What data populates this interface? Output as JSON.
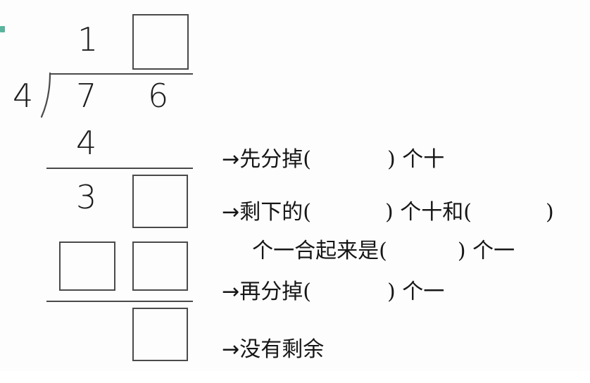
{
  "worksheet": {
    "type": "long-division-worksheet",
    "language": "zh-CN",
    "division": {
      "divisor": "4",
      "dividend_tens": "7",
      "dividend_ones": "6",
      "quotient_tens": "1",
      "quotient_ones_blank": "",
      "first_product": "4",
      "first_remainder": "3",
      "second_partial_blank": "",
      "second_product_tens_blank": "",
      "second_product_ones_blank": "",
      "final_remainder_blank": ""
    },
    "bracket_icon": "division-bracket-icon",
    "annotations": [
      {
        "id": "step-1",
        "arrow": "→",
        "before": "先分掉(",
        "blank": "",
        "after": ") 个十"
      },
      {
        "id": "step-2",
        "arrow": "→",
        "before": "剩下的(",
        "blank": "",
        "middle": ") 个十和(",
        "blank2": "",
        "after": ")"
      },
      {
        "id": "step-2-cont",
        "arrow": "",
        "before": "个一合起来是(",
        "blank": "",
        "after": ") 个一"
      },
      {
        "id": "step-3",
        "arrow": "→",
        "before": "再分掉(",
        "blank": "",
        "after": ") 个一"
      },
      {
        "id": "step-4",
        "arrow": "→",
        "before": "没有剩余",
        "blank": "",
        "after": ""
      }
    ],
    "colors": {
      "ink": "#1b1b1b",
      "rule": "#4a4a4a",
      "paper": "#fdfdfd",
      "artifact": "#3aa98c"
    }
  }
}
